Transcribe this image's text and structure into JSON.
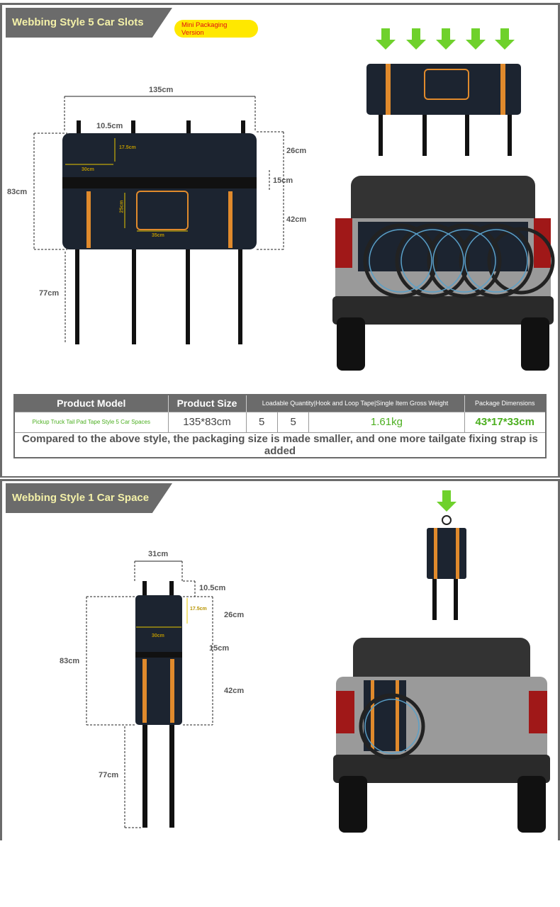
{
  "section1": {
    "title": "Webbing Style 5 Car Slots",
    "badge": "Mini Packaging Version",
    "dims": {
      "width": "135cm",
      "hook": "10.5cm",
      "pocket_h": "17.5cm",
      "pocket_w": "30cm",
      "upper": "26cm",
      "gap": "15cm",
      "height": "83cm",
      "window_h": "25cm",
      "lower": "42cm",
      "window_w": "35cm",
      "strap": "77cm"
    }
  },
  "table": {
    "headers": [
      "Product Model",
      "Product Size",
      "Loadable Quantity|Hook and Loop Tape|Single Item Gross Weight",
      "Package Dimensions"
    ],
    "row": [
      "Pickup Truck Tail Pad Tape Style 5 Car Spaces",
      "135*83cm",
      "5",
      "5",
      "1.61kg",
      "43*17*33cm"
    ],
    "note": "Compared to the above style, the packaging size is made smaller, and one more tailgate fixing strap is added"
  },
  "section2": {
    "title": "Webbing Style 1 Car Space",
    "dims": {
      "width": "31cm",
      "hook": "10.5cm",
      "pocket_h": "17.5cm",
      "upper": "26cm",
      "pocket_w": "30cm",
      "gap": "15cm",
      "height": "83cm",
      "lower": "42cm",
      "strap": "77cm"
    }
  },
  "colors": {
    "frame": "#6b6b6b",
    "banner_text": "#f3f0a8",
    "badge": "#ffe800",
    "arrow": "#6fd12c",
    "accent": "#e08a2c",
    "pad": "#1c2430"
  }
}
